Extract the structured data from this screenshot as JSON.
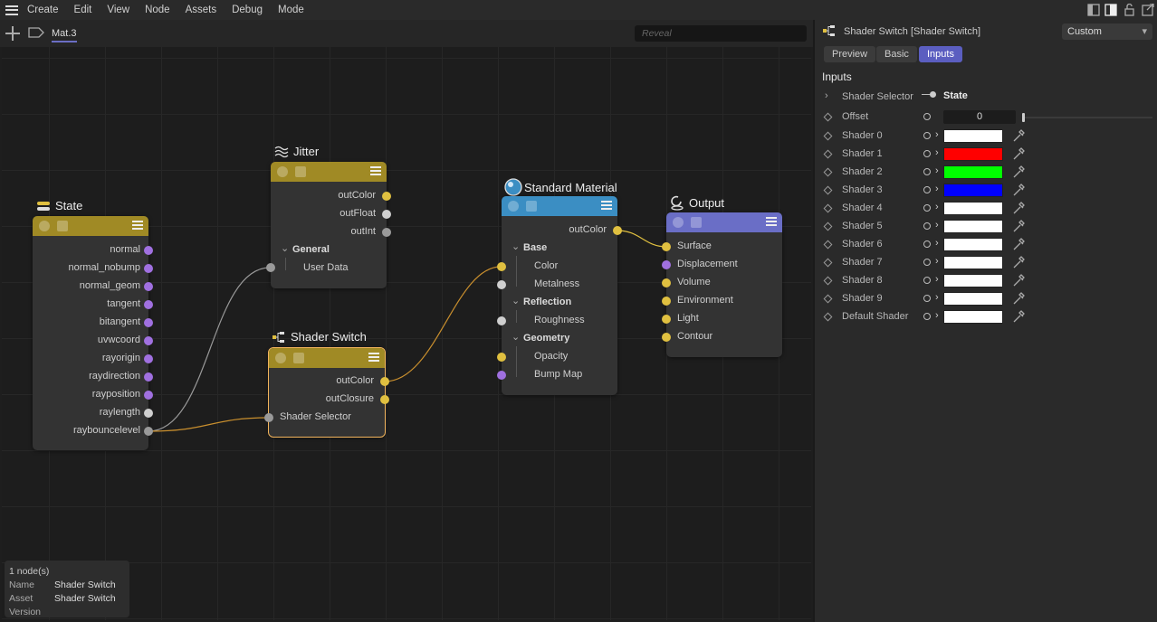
{
  "menu": [
    "Create",
    "Edit",
    "View",
    "Node",
    "Assets",
    "Debug",
    "Mode"
  ],
  "toolbar": {
    "tab": "Mat.3",
    "search_placeholder": "Reveal"
  },
  "colors": {
    "jitter": "#a08a25",
    "state": "#a08a25",
    "switch": "#a08a25",
    "material": "#3b8ec3",
    "output": "#6a6ec6",
    "accent": "#5b5ec0",
    "wire": "#c98f2e",
    "dot_purple": "#a070e0",
    "dot_yellow": "#e0c040",
    "dot_grey": "#9a9a9a",
    "dot_light": "#cfcfcf"
  },
  "nodes": {
    "state": {
      "title": "State",
      "ports": [
        "normal",
        "normal_nobump",
        "normal_geom",
        "tangent",
        "bitangent",
        "uvwcoord",
        "rayorigin",
        "raydirection",
        "rayposition",
        "raylength",
        "raybouncelevel"
      ]
    },
    "jitter": {
      "title": "Jitter",
      "outputs": [
        "outColor",
        "outFloat",
        "outInt"
      ],
      "group": "General",
      "inputs": [
        "User Data"
      ]
    },
    "switch": {
      "title": "Shader Switch",
      "outputs": [
        "outColor",
        "outClosure"
      ],
      "inputs": [
        "Shader Selector"
      ]
    },
    "material": {
      "title": "Standard Material",
      "output": "outColor",
      "groups": [
        {
          "name": "Base",
          "ports": [
            "Color",
            "Metalness"
          ]
        },
        {
          "name": "Reflection",
          "ports": [
            "Roughness"
          ]
        },
        {
          "name": "Geometry",
          "ports": [
            "Opacity",
            "Bump Map"
          ]
        }
      ]
    },
    "output": {
      "title": "Output",
      "ports": [
        "Surface",
        "Displacement",
        "Volume",
        "Environment",
        "Light",
        "Contour"
      ]
    }
  },
  "info": {
    "count": "1 node(s)",
    "name_label": "Name",
    "name": "Shader Switch",
    "asset_label": "Asset",
    "asset": "Shader Switch",
    "version_label": "Version"
  },
  "panel": {
    "title": "Shader Switch [Shader Switch]",
    "mode": "Custom",
    "tabs": [
      "Preview",
      "Basic",
      "Inputs"
    ],
    "section": "Inputs",
    "selector_label": "Shader Selector",
    "selector_value": "State",
    "offset_label": "Offset",
    "offset_value": "0",
    "shaders": [
      {
        "label": "Shader 0",
        "color": "#ffffff"
      },
      {
        "label": "Shader 1",
        "color": "#ff0000"
      },
      {
        "label": "Shader 2",
        "color": "#00ff00"
      },
      {
        "label": "Shader 3",
        "color": "#0000ff"
      },
      {
        "label": "Shader 4",
        "color": "#ffffff"
      },
      {
        "label": "Shader 5",
        "color": "#ffffff"
      },
      {
        "label": "Shader 6",
        "color": "#ffffff"
      },
      {
        "label": "Shader 7",
        "color": "#ffffff"
      },
      {
        "label": "Shader 8",
        "color": "#ffffff"
      },
      {
        "label": "Shader 9",
        "color": "#ffffff"
      },
      {
        "label": "Default Shader",
        "color": "#ffffff"
      }
    ]
  }
}
